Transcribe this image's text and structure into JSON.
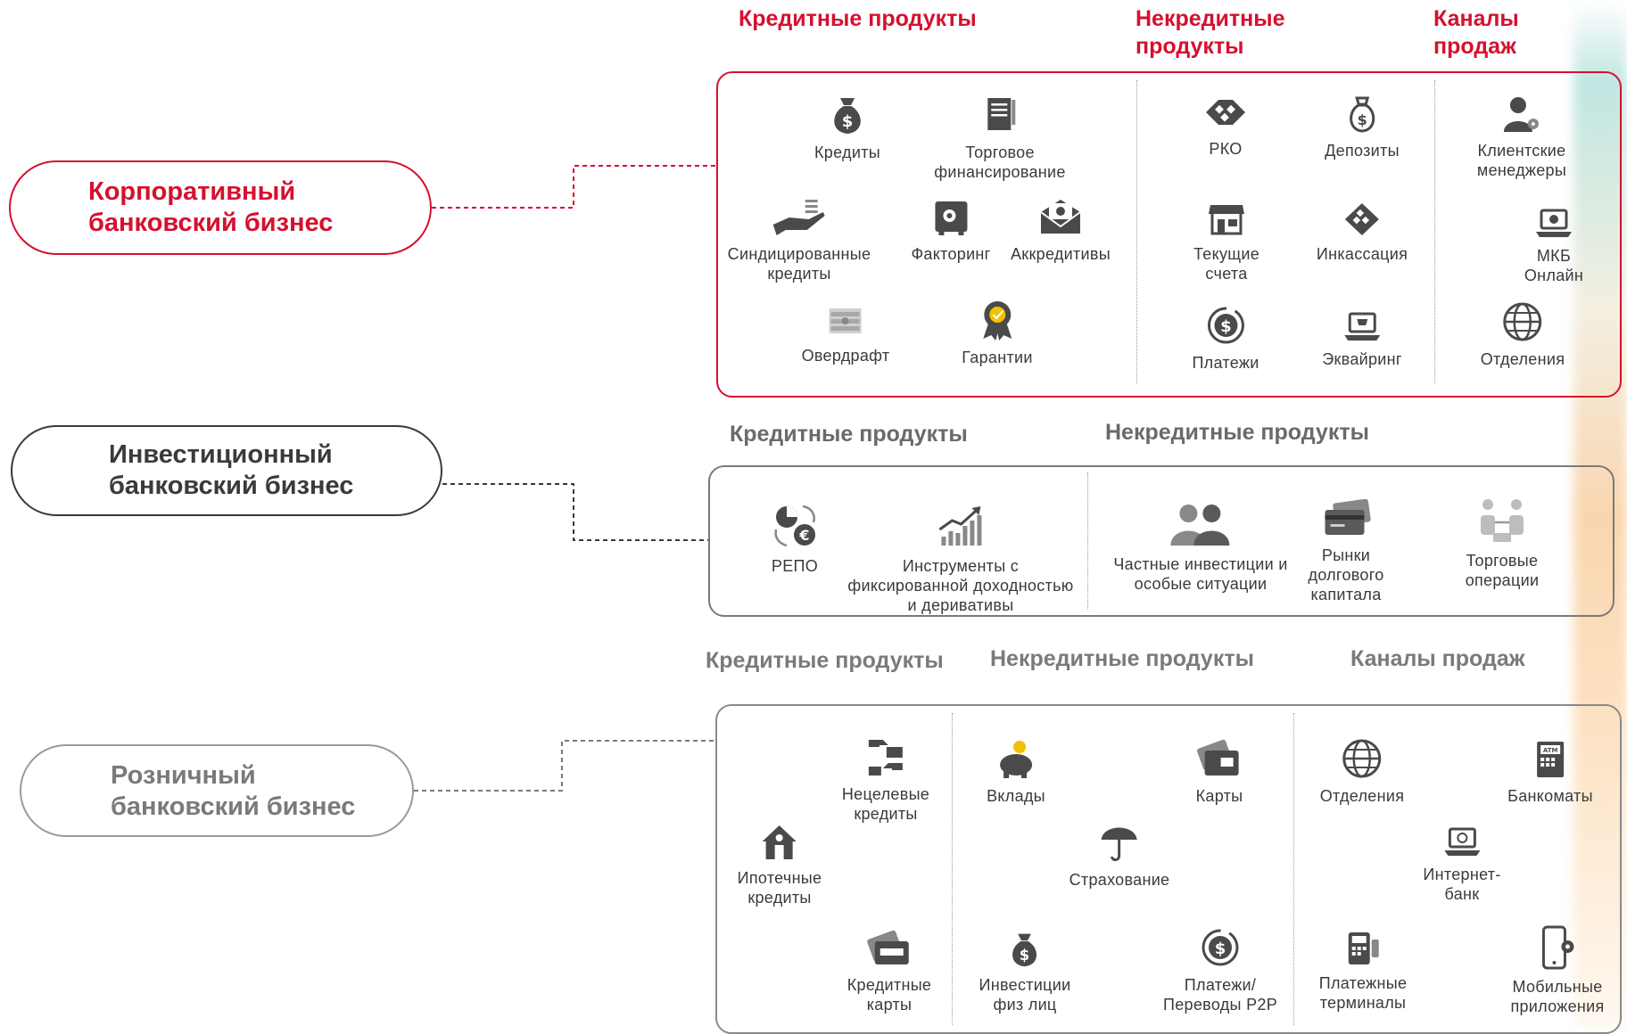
{
  "colors": {
    "red": "#d6102f",
    "dark": "#3a3a3a",
    "grey": "#7a7a7a",
    "icon": "#4a4a4a"
  },
  "corporate": {
    "title": "Корпоративный\nбанковский бизнес",
    "headers": {
      "credit": "Кредитные продукты",
      "noncredit": "Некредитные\nпродукты",
      "channels": "Каналы\nпродаж"
    },
    "credit_items": [
      {
        "label": "Кредиты",
        "icon": "money-bag-icon"
      },
      {
        "label": "Торговое\nфинансирование",
        "icon": "document-icon"
      },
      {
        "label": "Синдицированные\nкредиты",
        "icon": "hand-coins-icon"
      },
      {
        "label": "Факторинг",
        "icon": "safe-icon"
      },
      {
        "label": "Аккредитивы",
        "icon": "envelope-money-icon"
      },
      {
        "label": "Овердрафт",
        "icon": "cash-stack-icon"
      },
      {
        "label": "Гарантии",
        "icon": "award-ribbon-icon"
      }
    ],
    "noncredit_items": [
      {
        "label": "РКО",
        "icon": "network-icon"
      },
      {
        "label": "Депозиты",
        "icon": "deposit-bag-icon"
      },
      {
        "label": "Текущие\nсчета",
        "icon": "storefront-icon"
      },
      {
        "label": "Инкассация",
        "icon": "network-small-icon"
      },
      {
        "label": "Платежи",
        "icon": "dollar-cycle-icon"
      },
      {
        "label": "Эквайринг",
        "icon": "laptop-cart-icon"
      }
    ],
    "channel_items": [
      {
        "label": "Клиентские\nменеджеры",
        "icon": "manager-gear-icon"
      },
      {
        "label": "МКБ Онлайн",
        "icon": "laptop-dollar-icon"
      },
      {
        "label": "Отделения",
        "icon": "globe-icon"
      }
    ]
  },
  "investment": {
    "title": "Инвестиционный\nбанковский бизнес",
    "headers": {
      "credit": "Кредитные продукты",
      "noncredit": "Некредитные продукты"
    },
    "credit_items": [
      {
        "label": "РЕПО",
        "icon": "repo-cycle-icon"
      },
      {
        "label": "Инструменты с\nфиксированной доходностью\nи деривативы",
        "icon": "growth-chart-icon"
      }
    ],
    "noncredit_items": [
      {
        "label": "Частные инвестиции и\nособые ситуации",
        "icon": "people-icon"
      },
      {
        "label": "Рынки\nдолгового\nкапитала",
        "icon": "cards-icon"
      },
      {
        "label": "Торговые операции",
        "icon": "trading-people-icon"
      }
    ]
  },
  "retail": {
    "title": "Розничный\nбанковский бизнес",
    "headers": {
      "credit": "Кредитные продукты",
      "noncredit": "Некредитные продукты",
      "channels": "Каналы продаж"
    },
    "credit_items": [
      {
        "label": "Нецелевые\nкредиты",
        "icon": "hands-money-icon"
      },
      {
        "label": "Ипотечные\nкредиты",
        "icon": "house-icon"
      },
      {
        "label": "Кредитные\nкарты",
        "icon": "credit-card-icon"
      }
    ],
    "noncredit_items": [
      {
        "label": "Вклады",
        "icon": "piggy-bank-icon"
      },
      {
        "label": "Карты",
        "icon": "card-icon"
      },
      {
        "label": "Страхование",
        "icon": "umbrella-icon"
      },
      {
        "label": "Инвестиции\nфиз лиц",
        "icon": "money-bag-icon"
      },
      {
        "label": "Платежи/\nПереводы P2P",
        "icon": "dollar-cycle-icon"
      }
    ],
    "channel_items": [
      {
        "label": "Отделения",
        "icon": "globe-icon"
      },
      {
        "label": "Банкоматы",
        "icon": "atm-icon"
      },
      {
        "label": "Интернет-\nбанк",
        "icon": "laptop-globe-icon"
      },
      {
        "label": "Платежные\nтерминалы",
        "icon": "pos-terminal-icon"
      },
      {
        "label": "Мобильные\nприложения",
        "icon": "mobile-gear-icon"
      }
    ]
  }
}
